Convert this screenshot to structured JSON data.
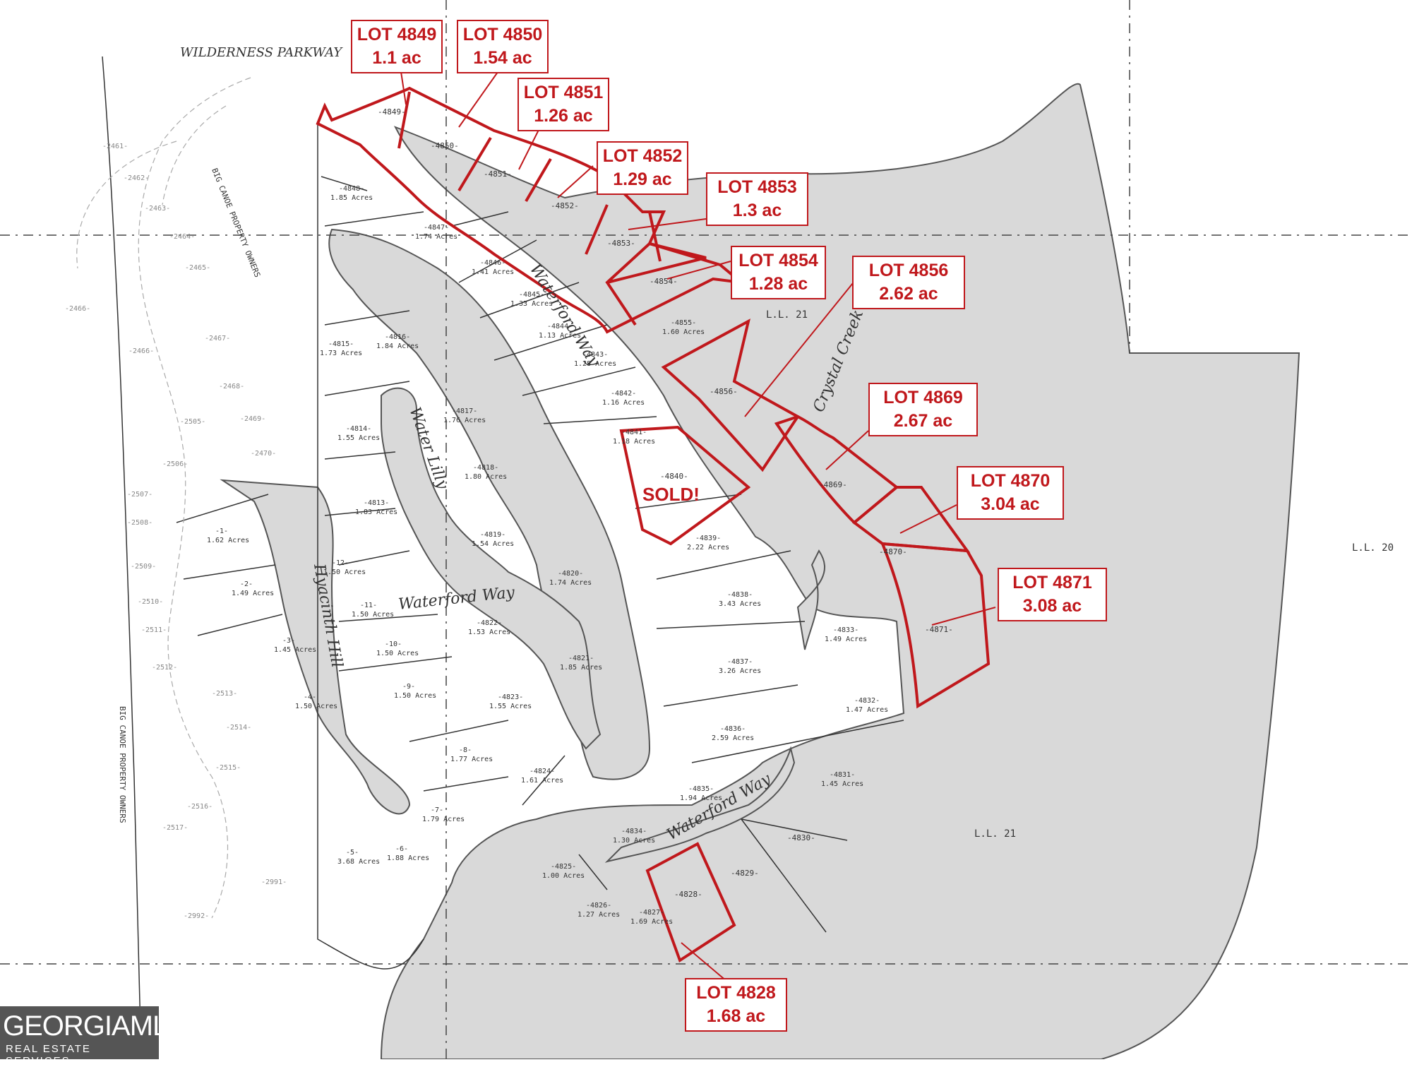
{
  "roads": {
    "wilderness_parkway": "WILDERNESS PARKWAY",
    "waterford_way_1": "Waterford Way",
    "waterford_way_2": "Waterford Way",
    "waterford_way_3": "Waterford Way",
    "water_lilly": "Water Lilly",
    "hyacinth_hill": "Hyacinth Hill",
    "crystal_creek": "Crystal Creek"
  },
  "land_labels": {
    "big_canoe_1": "BIG CANOE PROPERTY OWNERS",
    "big_canoe_2": "BIG CANOE PROPERTY OWNERS",
    "ll21_a": "L.L. 21",
    "ll21_b": "L.L. 21",
    "ll20": "L.L. 20"
  },
  "callouts": [
    {
      "lot": "LOT 4849",
      "size": "1.1 ac"
    },
    {
      "lot": "LOT 4850",
      "size": "1.54 ac"
    },
    {
      "lot": "LOT 4851",
      "size": "1.26 ac"
    },
    {
      "lot": "LOT 4852",
      "size": "1.29 ac"
    },
    {
      "lot": "LOT 4853",
      "size": "1.3 ac"
    },
    {
      "lot": "LOT 4854",
      "size": "1.28 ac"
    },
    {
      "lot": "LOT 4856",
      "size": "2.62 ac"
    },
    {
      "lot": "LOT 4869",
      "size": "2.67 ac"
    },
    {
      "lot": "LOT 4870",
      "size": "3.04 ac"
    },
    {
      "lot": "LOT 4871",
      "size": "3.08 ac"
    },
    {
      "lot": "LOT 4828",
      "size": "1.68 ac"
    }
  ],
  "sold_label": "SOLD!",
  "plat_lots": [
    {
      "num": "4848",
      "acres": "1.85 Acres"
    },
    {
      "num": "4847",
      "acres": "1.74 Acres"
    },
    {
      "num": "4846",
      "acres": "1.41 Acres"
    },
    {
      "num": "4845",
      "acres": "1.33 Acres"
    },
    {
      "num": "4844",
      "acres": "1.13 Acres"
    },
    {
      "num": "4843",
      "acres": "1.28 Acres"
    },
    {
      "num": "4842",
      "acres": "1.16 Acres"
    },
    {
      "num": "4841",
      "acres": "1.18 Acres"
    },
    {
      "num": "4855",
      "acres": "1.60 Acres"
    },
    {
      "num": "4815",
      "acres": "1.73 Acres"
    },
    {
      "num": "4816",
      "acres": "1.84 Acres"
    },
    {
      "num": "4817",
      "acres": "1.76 Acres"
    },
    {
      "num": "4814",
      "acres": "1.55 Acres"
    },
    {
      "num": "4818",
      "acres": "1.80 Acres"
    },
    {
      "num": "4813",
      "acres": "1.83 Acres"
    },
    {
      "num": "4819",
      "acres": "1.54 Acres"
    },
    {
      "num": "4820",
      "acres": "1.74 Acres"
    },
    {
      "num": "4839",
      "acres": "2.22 Acres"
    },
    {
      "num": "4838",
      "acres": "3.43 Acres"
    },
    {
      "num": "4837",
      "acres": "3.26 Acres"
    },
    {
      "num": "4836",
      "acres": "2.59 Acres"
    },
    {
      "num": "4835",
      "acres": "1.94 Acres"
    },
    {
      "num": "4834",
      "acres": "1.30 Acres"
    },
    {
      "num": "4833",
      "acres": "1.49 Acres"
    },
    {
      "num": "4832",
      "acres": "1.47 Acres"
    },
    {
      "num": "4831",
      "acres": "1.45 Acres"
    },
    {
      "num": "4822",
      "acres": "1.53 Acres"
    },
    {
      "num": "4821",
      "acres": "1.85 Acres"
    },
    {
      "num": "4823",
      "acres": "1.55 Acres"
    },
    {
      "num": "4824",
      "acres": "1.61 Acres"
    },
    {
      "num": "4825",
      "acres": "1.00 Acres"
    },
    {
      "num": "4826",
      "acres": "1.27 Acres"
    },
    {
      "num": "4827",
      "acres": "1.69 Acres"
    },
    {
      "num": "1",
      "acres": "1.62 Acres"
    },
    {
      "num": "2",
      "acres": "1.49 Acres"
    },
    {
      "num": "3",
      "acres": "1.45 Acres"
    },
    {
      "num": "4",
      "acres": "1.50 Acres"
    },
    {
      "num": "12",
      "acres": "1.50 Acres"
    },
    {
      "num": "11",
      "acres": "1.50 Acres"
    },
    {
      "num": "10",
      "acres": "1.50 Acres"
    },
    {
      "num": "9",
      "acres": "1.50 Acres"
    },
    {
      "num": "8",
      "acres": "1.77 Acres"
    },
    {
      "num": "7",
      "acres": "1.79 Acres"
    },
    {
      "num": "6",
      "acres": "1.88 Acres"
    },
    {
      "num": "5",
      "acres": "3.68 Acres"
    }
  ],
  "plat_numbers": {
    "p4849": "-4849-",
    "p4850": "-4850-",
    "p4851": "-4851-",
    "p4852": "-4852-",
    "p4853": "-4853-",
    "p4854": "-4854-",
    "p4856": "-4856-",
    "p4840": "-4840-",
    "p4869": "-4869-",
    "p4870": "-4870-",
    "p4871": "-4871-",
    "p4828": "-4828-",
    "p4829": "-4829-",
    "p4830": "-4830-"
  },
  "west_lots": [
    "-2461-",
    "-2462-",
    "-2463-",
    "-2464-",
    "-2465-",
    "-2466-",
    "-2466-",
    "-2467-",
    "-2468-",
    "-2469-",
    "-2470-",
    "-2505-",
    "-2506-",
    "-2507-",
    "-2508-",
    "-2509-",
    "-2510-",
    "-2511-",
    "-2512-",
    "-2513-",
    "-2514-",
    "-2515-",
    "-2516-",
    "-2517-",
    "-2991-",
    "-2992-"
  ],
  "logo": {
    "main": "GEORGIAMLS",
    "sub": "REAL ESTATE SERVICES"
  },
  "colors": {
    "accent": "#c0181c",
    "shade": "#d9d9d9"
  }
}
